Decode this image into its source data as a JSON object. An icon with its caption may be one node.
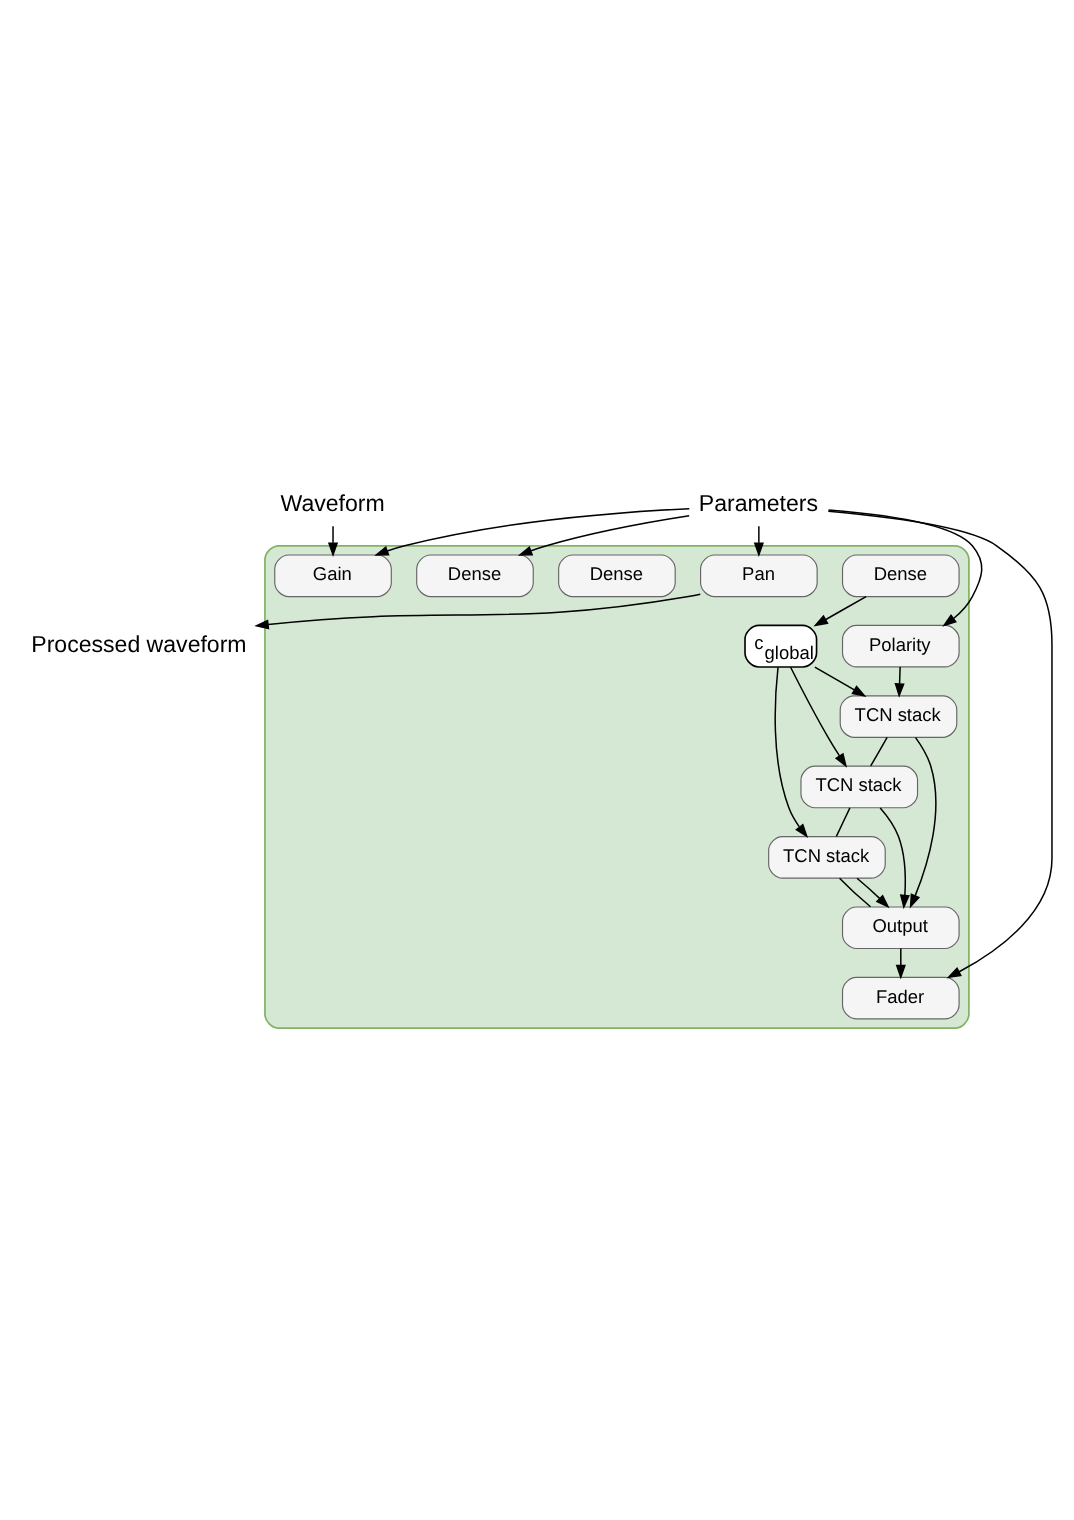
{
  "diagram": {
    "nodes": [
      {
        "text": [
          "Parameters"
        ]
      },
      {
        "text": [
          "Waveform"
        ]
      },
      {
        "text": [],
        "shape": "box"
      },
      {
        "text": [
          "Gain"
        ],
        "in": 2
      },
      {
        "text": [
          "Polarity"
        ],
        "in": 2
      },
      {
        "text": [
          "Dense"
        ],
        "in": 2
      },
      {
        "text": [
          "Dense"
        ],
        "in": 2
      },
      {
        "text": [
          "Dense"
        ],
        "in": 2
      },
      {
        "text": [
          "c$_{global}$"
        ],
        "in": 2
      },
      {
        "text": [
          "TCN stack"
        ],
        "in": 2
      },
      {
        "text": [
          "TCN stack"
        ],
        "in": 2
      },
      {
        "text": [
          "TCN stack"
        ],
        "in": 2
      },
      {
        "text": [
          "Output"
        ],
        "in": 2
      },
      {
        "text": [
          "Fader"
        ],
        "in": 2
      },
      {
        "text": [
          "Pan"
        ],
        "in": 2
      },
      {
        "text": [
          "Processed waveform"
        ]
      }
    ],
    "edges": [
      {
        "from": 0,
        "to": 3,
        "arrow": "to"
      },
      {
        "from": 0,
        "to": 4,
        "arrow": "to"
      },
      {
        "from": 0,
        "to": 5,
        "arrow": "to"
      },
      {
        "from": 0,
        "to": 13,
        "arrow": "to"
      },
      {
        "from": 0,
        "to": 14,
        "arrow": "to"
      },
      {
        "from": 1,
        "to": 3,
        "arrow": "to"
      },
      {
        "from": 4,
        "to": 9,
        "arrow": "to"
      },
      {
        "from": 7,
        "to": 8,
        "arrow": "to"
      },
      {
        "from": 8,
        "to": 9,
        "arrow": "to"
      },
      {
        "from": 8,
        "to": 10,
        "arrow": "to"
      },
      {
        "from": 8,
        "to": 11,
        "arrow": "to"
      },
      {
        "from": 9,
        "to": 10,
        "arrow": "none"
      },
      {
        "from": 10,
        "to": 11,
        "arrow": "none"
      },
      {
        "from": 11,
        "to": 12,
        "arrow": "none"
      },
      {
        "from": 9,
        "to": 12,
        "arrow": "to"
      },
      {
        "from": 10,
        "to": 12,
        "arrow": "to"
      },
      {
        "from": 11,
        "to": 12,
        "arrow": "to"
      },
      {
        "from": 12,
        "to": 13,
        "arrow": "to"
      },
      {
        "from": 14,
        "to": 15,
        "arrow": "to"
      }
    ]
  }
}
